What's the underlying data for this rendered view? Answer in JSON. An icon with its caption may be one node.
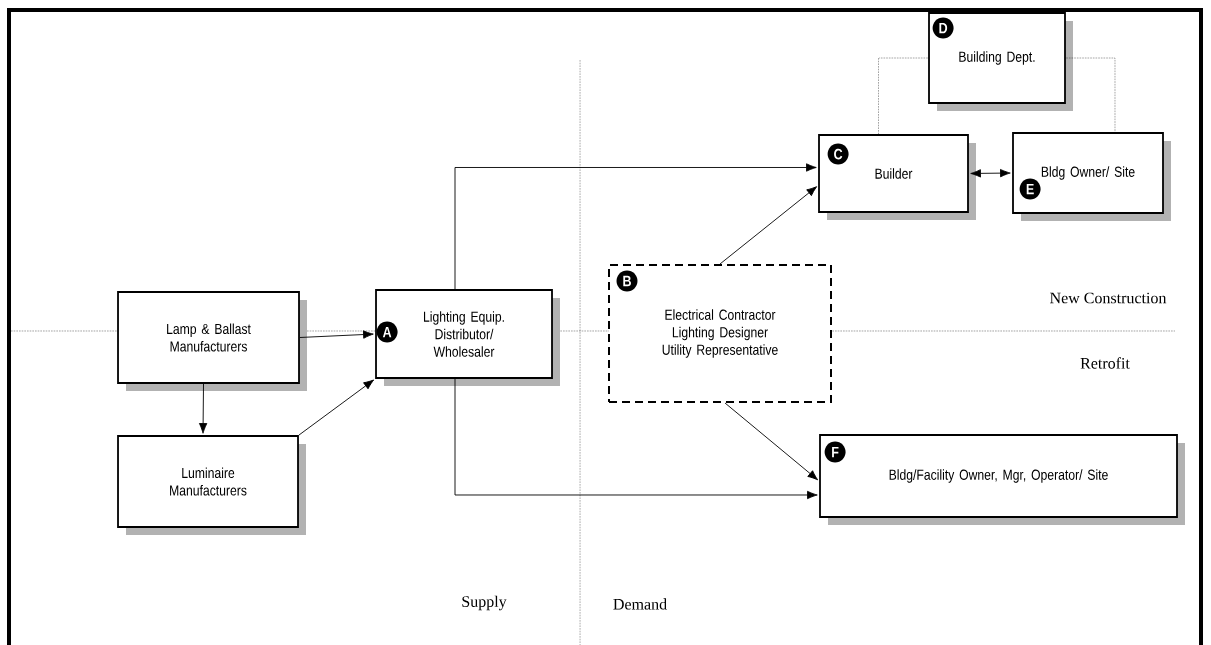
{
  "diagram": {
    "nodes": [
      {
        "text": [
          "Lamp & Ballast Manufacturers"
        ]
      },
      {
        "text": [
          "Luminaire Manufacturers"
        ]
      },
      {
        "text": [
          "A",
          "Lighting Equip. Distributor/ Wholesaler"
        ]
      },
      {
        "text": [
          "B",
          "Electrical Contractor",
          "Lighting Designer",
          "Utility Representative"
        ]
      },
      {
        "text": [
          "C",
          "Builder"
        ]
      },
      {
        "text": [
          "D",
          "Building Dept."
        ]
      },
      {
        "text": [
          "E",
          "Bldg Owner/ Site"
        ]
      },
      {
        "text": [
          "F",
          "Bldg/Facility Owner, Mgr, Operator/ Site"
        ]
      }
    ],
    "edges": [
      {
        "from": 0,
        "to": 2,
        "arrow": "to"
      },
      {
        "from": 0,
        "to": 1,
        "arrow": "to"
      },
      {
        "from": 1,
        "to": 2,
        "arrow": "to"
      },
      {
        "from": 2,
        "to": 4,
        "arrow": "to"
      },
      {
        "from": 2,
        "to": 7,
        "arrow": "to"
      },
      {
        "from": 3,
        "to": 4,
        "arrow": "to"
      },
      {
        "from": 3,
        "to": 7,
        "arrow": "to"
      },
      {
        "from": 4,
        "to": 6,
        "arrow": "both"
      },
      {
        "from": 5,
        "to": 4,
        "arrow": "none",
        "style": "dashed"
      },
      {
        "from": 5,
        "to": 6,
        "arrow": "none",
        "style": "dashed"
      }
    ],
    "labels": [
      "New Construction",
      "Retrofit",
      "Supply",
      "Demand"
    ]
  }
}
